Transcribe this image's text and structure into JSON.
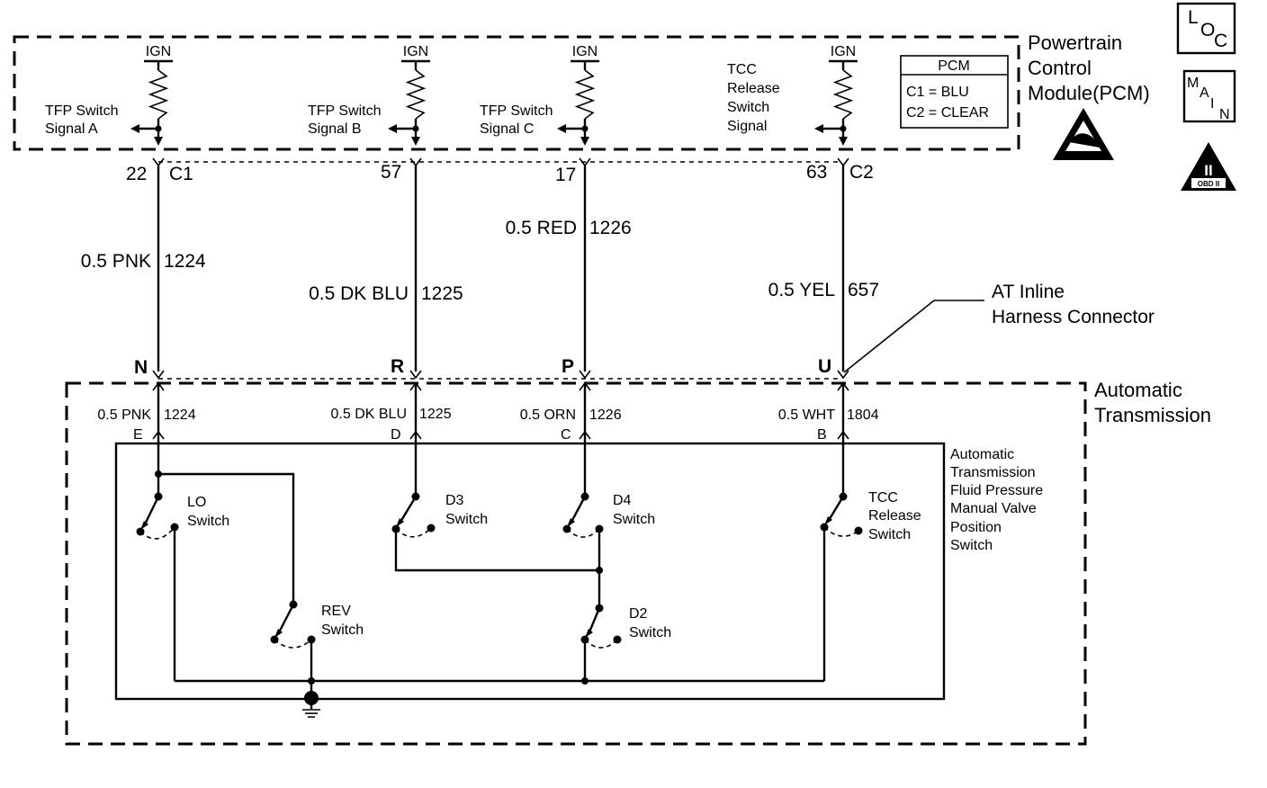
{
  "pcm": {
    "title_lines": [
      "Powertrain",
      "Control",
      "Module(PCM)"
    ],
    "ign_label": "IGN",
    "signals": {
      "a": [
        "TFP Switch",
        "Signal A"
      ],
      "b": [
        "TFP Switch",
        "Signal B"
      ],
      "c": [
        "TFP Switch",
        "Signal C"
      ],
      "tcc": [
        "TCC",
        "Release",
        "Switch",
        "Signal"
      ]
    },
    "connector_table": {
      "title": "PCM",
      "rows": [
        "C1 = BLU",
        "C2 = CLEAR"
      ]
    }
  },
  "badges": {
    "loc": [
      "L",
      "O",
      "C"
    ],
    "main": [
      "M",
      "A",
      "I",
      "N"
    ],
    "obd": [
      "II",
      "OBD II"
    ]
  },
  "circuits": [
    {
      "pin_top": "22",
      "connector": "C1",
      "wire": "0.5 PNK",
      "circuit": "1224",
      "inline_pin": "N",
      "trans_wire": "0.5 PNK",
      "trans_circuit": "1224",
      "switch_pin": "E"
    },
    {
      "pin_top": "57",
      "connector": "",
      "wire": "0.5 DK BLU",
      "circuit": "1225",
      "inline_pin": "R",
      "trans_wire": "0.5 DK BLU",
      "trans_circuit": "1225",
      "switch_pin": "D"
    },
    {
      "pin_top": "17",
      "connector": "",
      "wire": "0.5 RED",
      "circuit": "1226",
      "inline_pin": "P",
      "trans_wire": "0.5 ORN",
      "trans_circuit": "1226",
      "switch_pin": "C"
    },
    {
      "pin_top": "63",
      "connector": "C2",
      "wire": "0.5 YEL",
      "circuit": "657",
      "inline_pin": "U",
      "trans_wire": "0.5 WHT",
      "trans_circuit": "1804",
      "switch_pin": "B"
    }
  ],
  "inline_connector": [
    "AT Inline",
    "Harness Connector"
  ],
  "transmission": [
    "Automatic",
    "Transmission"
  ],
  "switch_assembly": [
    "Automatic",
    "Transmission",
    "Fluid Pressure",
    "Manual Valve",
    "Position",
    "Switch"
  ],
  "switches": {
    "lo": [
      "LO",
      "Switch"
    ],
    "rev": [
      "REV",
      "Switch"
    ],
    "d3": [
      "D3",
      "Switch"
    ],
    "d4": [
      "D4",
      "Switch"
    ],
    "d2": [
      "D2",
      "Switch"
    ],
    "tcc": [
      "TCC",
      "Release",
      "Switch"
    ]
  }
}
